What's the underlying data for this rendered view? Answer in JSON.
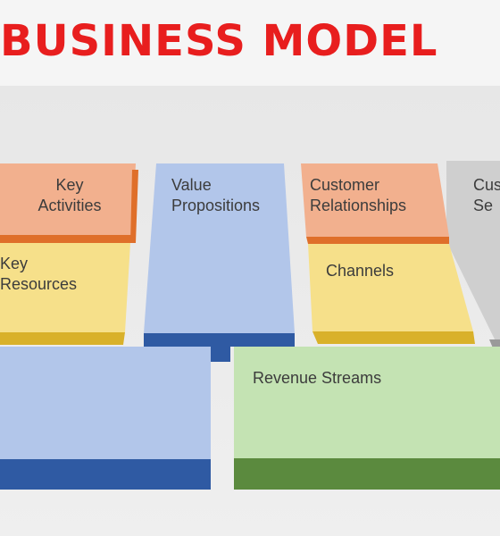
{
  "title": "BUSINESS MODEL",
  "blocks": {
    "key_activities": {
      "label": "Key\nActivities",
      "color": "#f2b08e"
    },
    "key_resources": {
      "label": "Key\nResources",
      "color": "#f6e08a"
    },
    "value_propositions": {
      "label": "Value\nPropositions",
      "color": "#b2c6ea"
    },
    "customer_relationships": {
      "label": "Customer\nRelationships",
      "color": "#f2b08e"
    },
    "channels": {
      "label": "Channels",
      "color": "#f6e08a"
    },
    "customer_segments": {
      "label": "Cus\nSe",
      "color": "#cfcfcf"
    },
    "cost_structure": {
      "label": "",
      "color": "#b2c6ea"
    },
    "revenue_streams": {
      "label": "Revenue Streams",
      "color": "#c4e3b3"
    }
  },
  "colors": {
    "title": "#e81e1e",
    "orange_edge": "#df6f2a",
    "yellow_edge": "#d9b12a",
    "blue_edge": "#2f5aa3",
    "green_edge": "#5b8a3e",
    "grey_edge": "#9a9a9a"
  }
}
